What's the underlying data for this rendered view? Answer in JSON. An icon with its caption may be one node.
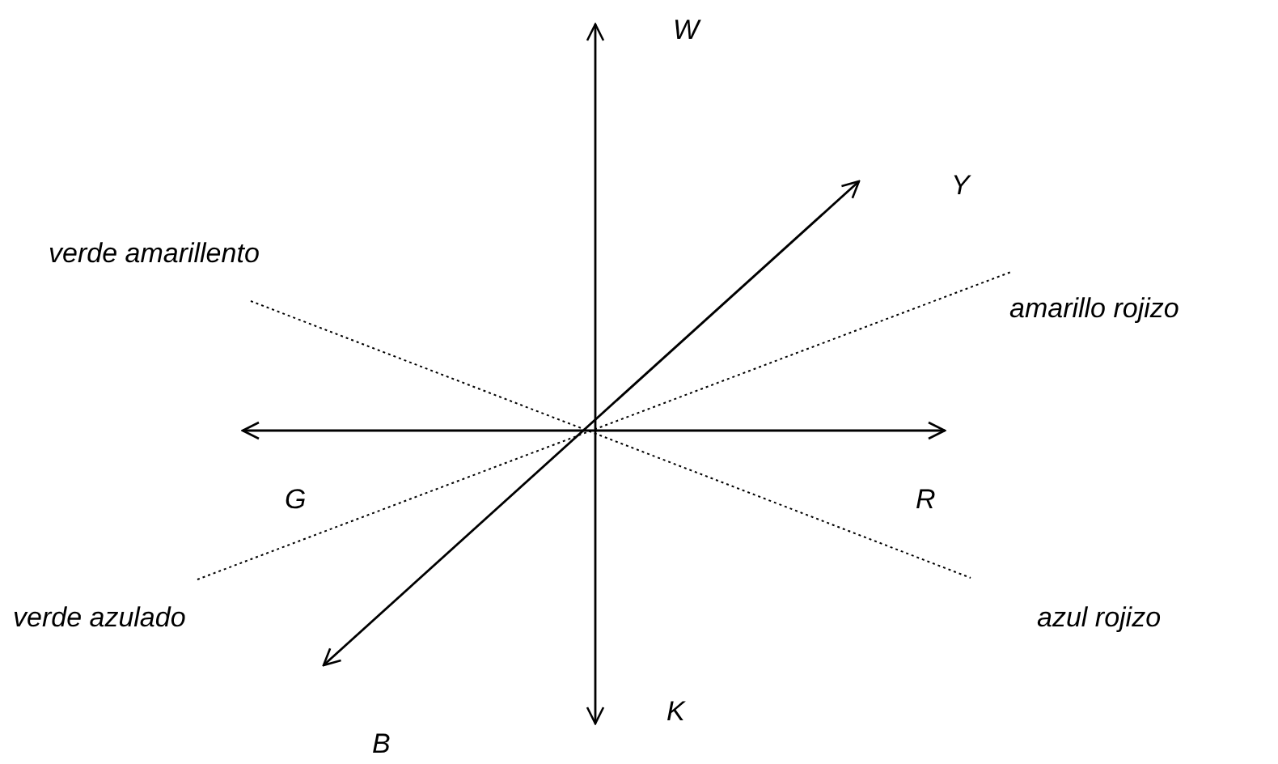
{
  "diagram": {
    "labels": [
      "W",
      "Y",
      "verde amarillento",
      "amarillo rojizo",
      "G",
      "R",
      "verde azulado",
      "azul rojizo",
      "K",
      "B"
    ]
  }
}
